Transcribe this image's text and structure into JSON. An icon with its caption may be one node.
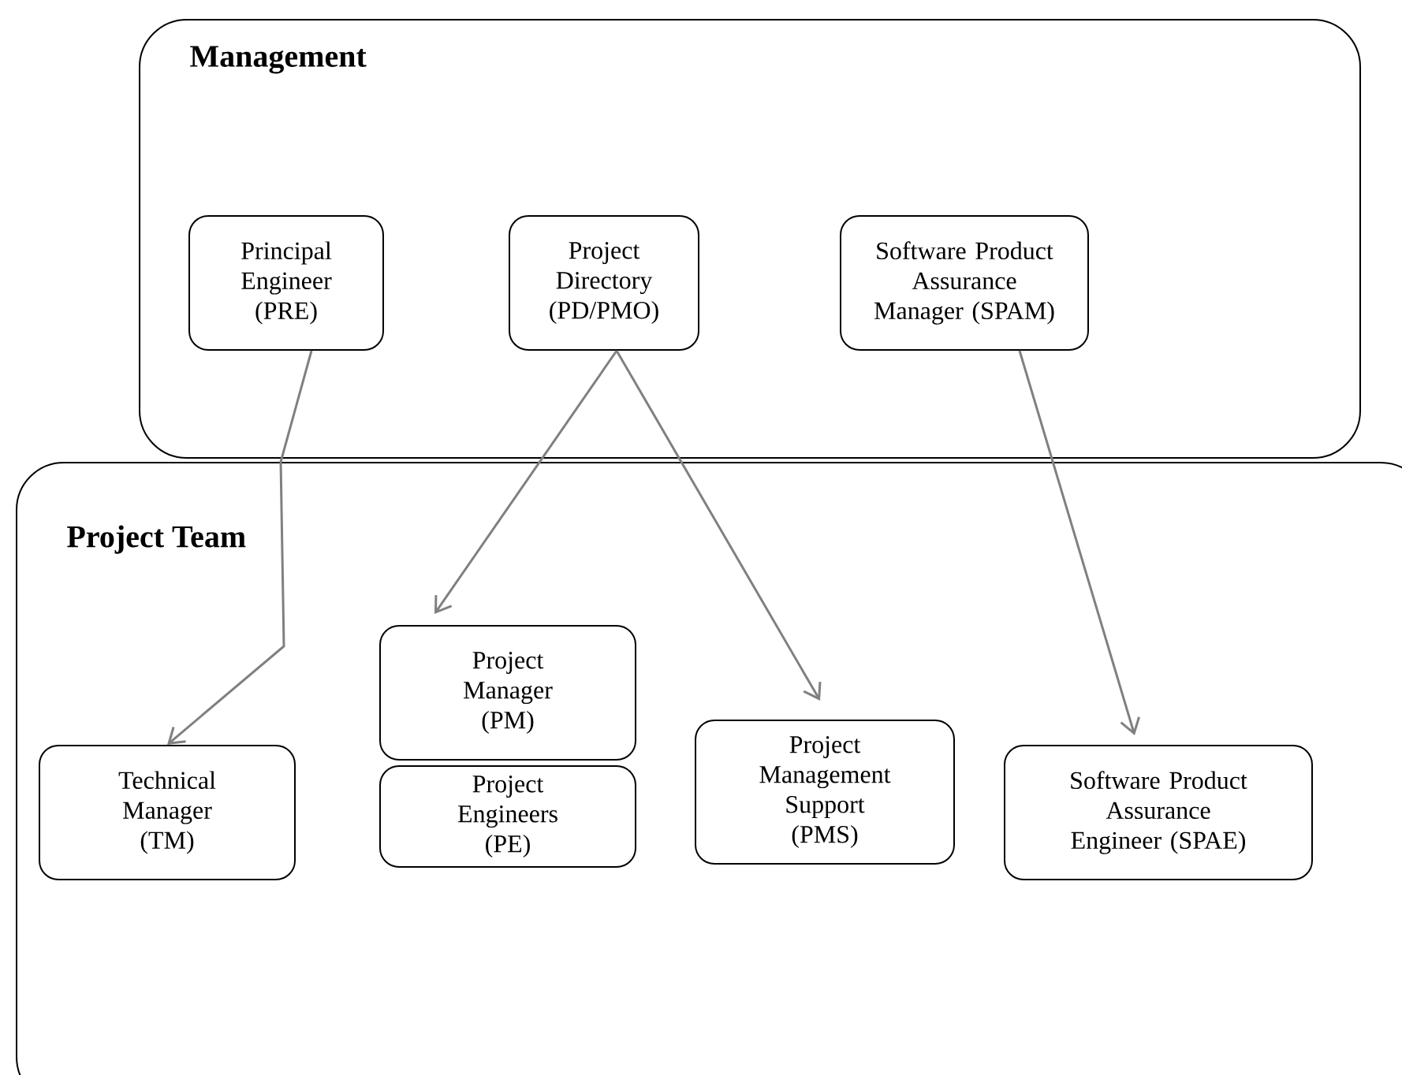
{
  "diagram": {
    "nodes": [
      {
        "text": [
          "Management"
        ]
      },
      {
        "text": [
          "Principal Engineer (PRE)"
        ],
        "in": 0
      },
      {
        "text": [
          "Project Directory (PD/PMO)"
        ],
        "in": 0
      },
      {
        "text": [
          "Software Product Assurance Manager (SPAM)"
        ],
        "in": 0
      },
      {
        "text": [
          "Project Team"
        ]
      },
      {
        "text": [
          "Technical Manager (TM)"
        ],
        "in": 4
      },
      {
        "text": [
          "Project Manager (PM)"
        ],
        "in": 4
      },
      {
        "text": [
          "Project Engineers (PE)"
        ],
        "in": 4
      },
      {
        "text": [
          "Project Management Support (PMS)"
        ],
        "in": 4
      },
      {
        "text": [
          "Software Product Assurance Engineer (SPAE)"
        ],
        "in": 4
      }
    ],
    "edges": [
      {
        "from": 1,
        "to": 5,
        "arrow": "to"
      },
      {
        "from": 2,
        "to": 6,
        "arrow": "to"
      },
      {
        "from": 2,
        "to": 8,
        "arrow": "to"
      },
      {
        "from": 3,
        "to": 9,
        "arrow": "to"
      }
    ]
  }
}
